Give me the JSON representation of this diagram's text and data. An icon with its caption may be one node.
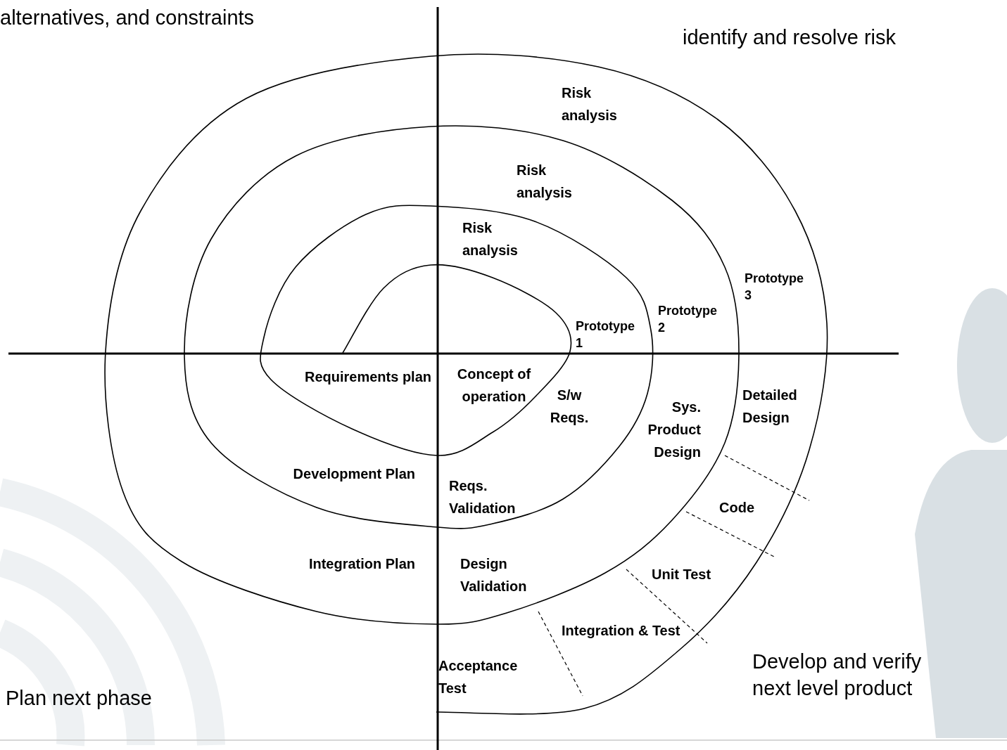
{
  "diagram": {
    "labels": [
      "alternatives, and constraints",
      "identify and resolve risk",
      "Risk analysis",
      "Risk analysis",
      "Risk analysis",
      "Prototype 1",
      "Prototype 2",
      "Prototype 3",
      "Requirements plan",
      "Concept of operation",
      "S/w Reqs.",
      "Sys. Product Design",
      "Detailed Design",
      "Development Plan",
      "Reqs. Validation",
      "Code",
      "Integration Plan",
      "Design Validation",
      "Unit Test",
      "Integration & Test",
      "Acceptance Test",
      "Develop and verify next level product",
      "Plan next phase"
    ]
  }
}
